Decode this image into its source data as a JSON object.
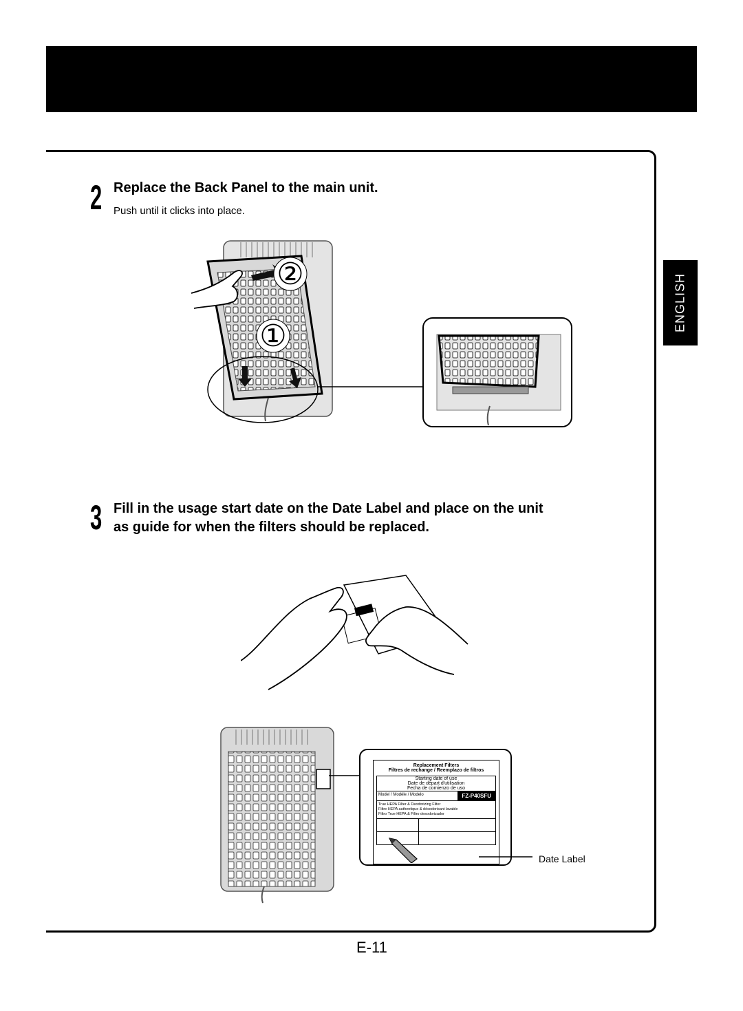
{
  "language_tab": "ENGLISH",
  "step2": {
    "number": "2",
    "title": "Replace the Back Panel to the main unit.",
    "subtitle": "Push until it clicks into place."
  },
  "step3": {
    "number": "3",
    "title_line1": "Fill in the usage start date on the Date Label and place on the unit",
    "title_line2": "as guide for when the filters should be replaced."
  },
  "callouts": {
    "one": "①",
    "two": "②"
  },
  "date_label_card": {
    "heading1": "Replacement Filters",
    "heading2": "Filtres de rechange / Reemplazo de filtros",
    "start_line1": "Starting date of use",
    "start_line2": "Date de départ d'utilisation",
    "start_line3": "Fecha de comienzo de uso",
    "model_label": "Model / Modèle / Modelo",
    "model_value": "FZ-P40SFU",
    "filter_line1": "True HEPA Filter & Deodorizing Filter",
    "filter_line2": "Filtre HEPA authentique & désodorisant lavable",
    "filter_line3": "Filtro True HEPA & Filtro desodorizador"
  },
  "date_label_caption": "Date Label",
  "page_number": "E-11"
}
